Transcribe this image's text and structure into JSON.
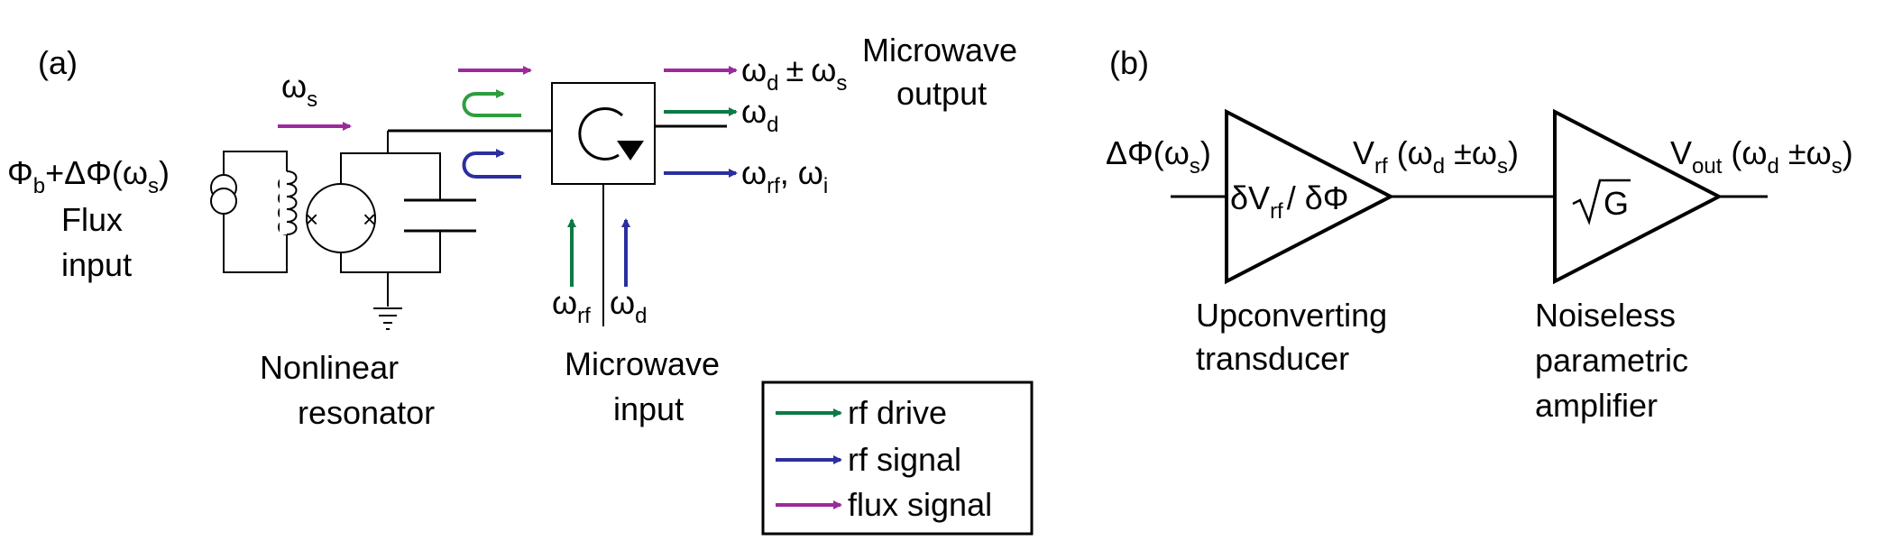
{
  "colors": {
    "rf_drive": "#0b7a45",
    "rf_signal": "#2b2f9e",
    "flux_signal": "#9c2a9c",
    "rf_drive_light": "#2e9d3f"
  },
  "panel_a": {
    "tag": "(a)",
    "omega": "ω",
    "sub_s": "s",
    "sub_d": "d",
    "sub_rf": "rf",
    "sub_i": "i",
    "flux_label_main": "Φ",
    "flux_label_sub_b": "b",
    "flux_label_rest": "+ΔΦ(ω",
    "flux_label_close": ")",
    "flux_line2": "Flux",
    "flux_line3": "input",
    "resonator_line1": "Nonlinear",
    "resonator_line2": "resonator",
    "pm": "±",
    "comma": ",",
    "microwave_output_line1": "Microwave",
    "microwave_output_line2": "output",
    "microwave_input_line1": "Microwave",
    "microwave_input_line2": "input",
    "legend": [
      {
        "label": "rf drive",
        "color": "#0b7a45"
      },
      {
        "label": "rf signal",
        "color": "#2b2f9e"
      },
      {
        "label": "flux signal",
        "color": "#9c2a9c"
      }
    ]
  },
  "panel_b": {
    "tag": "(b)",
    "input_label": "ΔΦ(ω",
    "input_sub": "s",
    "input_close": ")",
    "transducer_gain_a": "δV",
    "transducer_gain_sub": "rf",
    "transducer_gain_b": "/ δΦ",
    "vrf_main": "V",
    "vrf_sub": "rf",
    "vrf_rest": " (ω",
    "vrf_sub_d": "d",
    "vrf_pm": " ±ω",
    "vrf_sub_s": "s",
    "vrf_close": ")",
    "amp_gain": "G",
    "vout_main": "V",
    "vout_sub": "out",
    "vout_rest": " (ω",
    "vout_sub_d": "d",
    "vout_pm": " ±ω",
    "vout_sub_s": "s",
    "vout_close": ")",
    "transducer_line1": "Upconverting",
    "transducer_line2": "transducer",
    "amp_line1": "Noiseless",
    "amp_line2": "parametric",
    "amp_line3": "amplifier"
  }
}
